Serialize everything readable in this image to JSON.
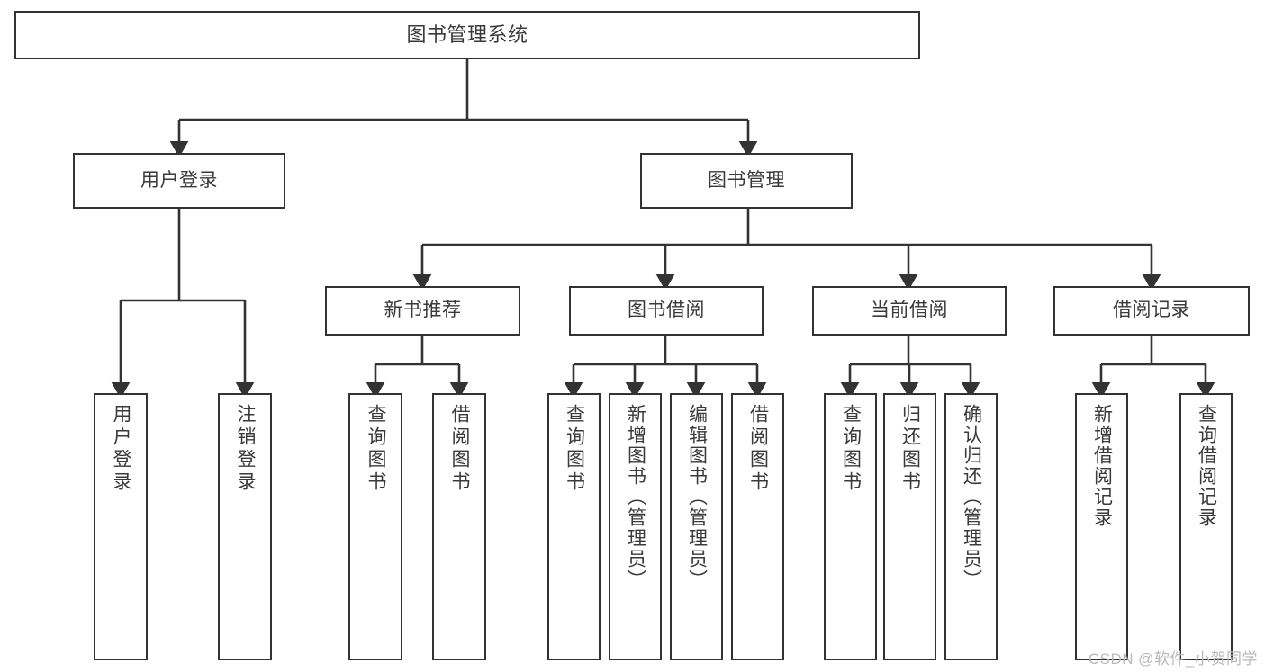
{
  "diagram": {
    "title": "图书管理系统",
    "type": "function-structure-tree",
    "stroke_color": "#333333",
    "text_color": "#3a3a3a",
    "background": "#ffffff",
    "watermark": "CSDN @软件_小贺同学"
  },
  "nodes": {
    "root": {
      "label": "图书管理系统"
    },
    "level2": [
      {
        "label": "用户登录"
      },
      {
        "label": "图书管理"
      }
    ],
    "level3": [
      {
        "label": "新书推荐"
      },
      {
        "label": "图书借阅"
      },
      {
        "label": "当前借阅"
      },
      {
        "label": "借阅记录"
      }
    ],
    "leaves_user_login": [
      {
        "label": "用户登录"
      },
      {
        "label": "注销登录"
      }
    ],
    "leaves_new_book": [
      {
        "label": "查询图书"
      },
      {
        "label": "借阅图书"
      }
    ],
    "leaves_borrow": [
      {
        "label": "查询图书"
      },
      {
        "label": "新增图书（管理员）"
      },
      {
        "label": "编辑图书（管理员）"
      },
      {
        "label": "借阅图书"
      }
    ],
    "leaves_current": [
      {
        "label": "查询图书"
      },
      {
        "label": "归还图书"
      },
      {
        "label": "确认归还（管理员）"
      }
    ],
    "leaves_records": [
      {
        "label": "新增借阅记录"
      },
      {
        "label": "查询借阅记录"
      }
    ]
  }
}
